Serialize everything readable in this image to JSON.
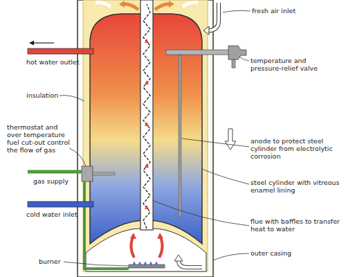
{
  "diagram": {
    "labels": [
      "fresh air inlet",
      "hot water outlet",
      "temperature and pressure-relief valve",
      "insulation",
      "thermostat and over temperature fuel cut-out control the flow of gas",
      "anode to protect steel cylinder from electrolytic corrosion",
      "steel cylinder with vitreous enamel lining",
      "gas supply",
      "flue with baffles to transfer heat to water",
      "cold water inlet",
      "burner",
      "outer casing"
    ]
  }
}
